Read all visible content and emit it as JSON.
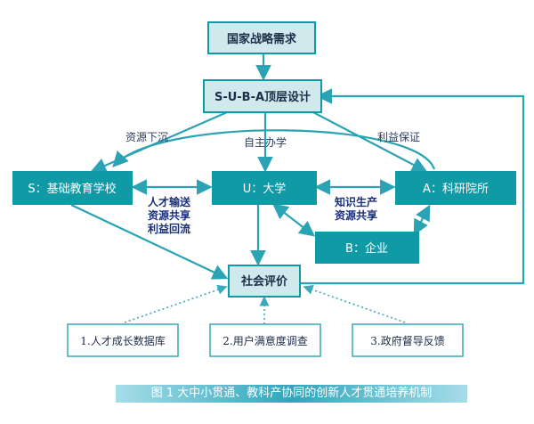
{
  "nodes": {
    "national": "国家战略需求",
    "suba": "S-U-B-A顶层设计",
    "school": "S：基础教育学校",
    "university": "U：大学",
    "institute": "A：科研院所",
    "enterprise": "B：企业",
    "evaluation": "社会评价"
  },
  "edge_labels": {
    "resource_sink": "资源下沉",
    "autonomy": "自主办学",
    "benefit_guarantee": "利益保证",
    "su_line1": "人才输送",
    "su_line2": "资源共享",
    "su_line3": "利益回流",
    "ua_line1": "知识生产",
    "ua_line2": "资源共享"
  },
  "feedback_boxes": {
    "growth_data": "1.人才成长数据库",
    "satisfaction": "2.用户满意度调查",
    "supervision": "3.政府督导反馈"
  },
  "caption": "图 1  大中小贯通、教科产协同的创新人才贯通培养机制",
  "colors": {
    "teal_box": "#0f9aa6",
    "pale_box": "#cfe9ec",
    "arrow": "#2aa3b5",
    "dotted_box_border": "#39a9bb",
    "label_dark": "#1a2f7a"
  }
}
